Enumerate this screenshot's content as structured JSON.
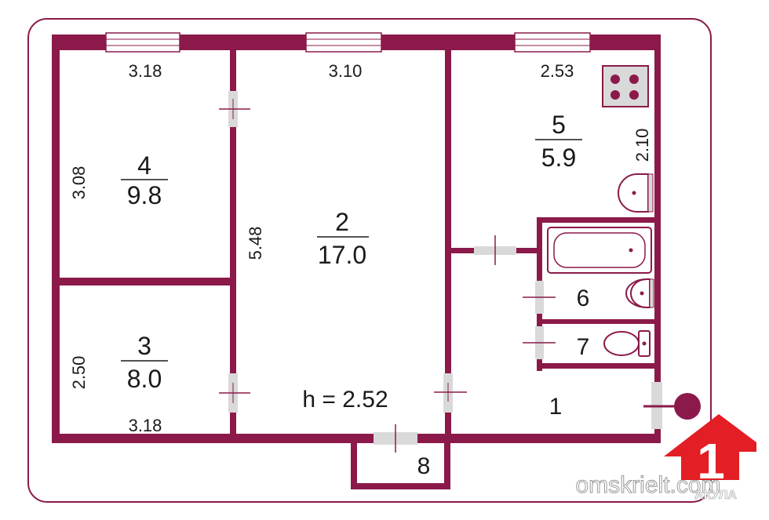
{
  "colors": {
    "wall": "#8b1a4a",
    "border": "#8b1a4a",
    "opening": "#d9d9d9",
    "logo_red": "#e31e24",
    "text": "#1a1a1a"
  },
  "rooms": {
    "r1": {
      "number": "1"
    },
    "r2": {
      "number": "2",
      "area": "17.0"
    },
    "r3": {
      "number": "3",
      "area": "8.0"
    },
    "r4": {
      "number": "4",
      "area": "9.8"
    },
    "r5": {
      "number": "5",
      "area": "5.9"
    },
    "r6": {
      "number": "6"
    },
    "r7": {
      "number": "7"
    },
    "r8": {
      "number": "8"
    }
  },
  "dimensions": {
    "r4_width": "3.18",
    "r2_width": "3.10",
    "r5_width": "2.53",
    "r4_height": "3.08",
    "r2_height": "5.48",
    "r5_height": "2.10",
    "r3_height": "2.50",
    "r3_width": "3.18"
  },
  "ceiling_height": "h = 2.52",
  "watermark": {
    "site": "omskrielt.com",
    "badge_digit": "1",
    "brand": "АКУЛА"
  },
  "icons": [
    "stove-icon",
    "sink-icon",
    "bathtub-icon",
    "washbasin-icon",
    "toilet-icon",
    "entrance-marker-icon",
    "logo-house-icon"
  ]
}
